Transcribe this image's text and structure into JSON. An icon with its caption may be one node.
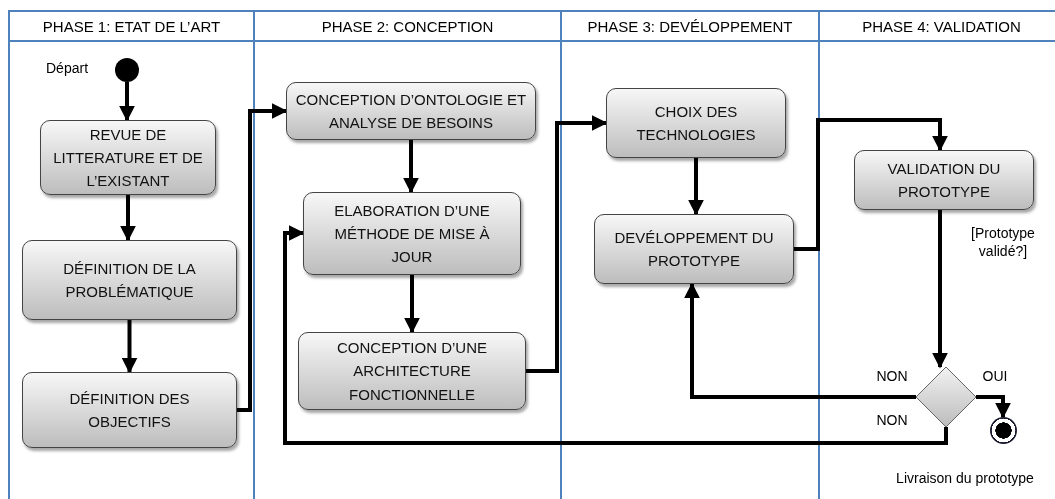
{
  "diagram": {
    "nodes": [
      {
        "text": [
          "PHASE 1: ETAT DE L’ART"
        ]
      },
      {
        "text": [
          "PHASE 2: CONCEPTION"
        ]
      },
      {
        "text": [
          "PHASE 3: DEVÉLOPPEMENT"
        ]
      },
      {
        "text": [
          "PHASE 4: VALIDATION"
        ]
      },
      {
        "text": [],
        "shape": "circle",
        "in": 0,
        "beside": [
          "Départ"
        ]
      },
      {
        "text": [
          "REVUE DE LITTERATURE ET DE L’EXISTANT"
        ],
        "in": 0
      },
      {
        "text": [
          "DÉFINITION DE LA PROBLÉMATIQUE"
        ],
        "in": 0
      },
      {
        "text": [
          "DÉFINITION DES OBJECTIFS"
        ],
        "in": 0
      },
      {
        "text": [
          "CONCEPTION D’ONTOLOGIE ET ANALYSE DE BESOINS"
        ],
        "in": 1
      },
      {
        "text": [
          "ELABORATION D’UNE MÉTHODE DE MISE À JOUR"
        ],
        "in": 1
      },
      {
        "text": [
          "CONCEPTION D’UNE ARCHITECTURE FONCTIONNELLE"
        ],
        "in": 1
      },
      {
        "text": [
          "CHOIX DES TECHNOLOGIES"
        ],
        "in": 2
      },
      {
        "text": [
          "DEVÉLOPPEMENT DU PROTOTYPE"
        ],
        "in": 2
      },
      {
        "text": [
          "VALIDATION DU PROTOTYPE"
        ],
        "in": 3
      },
      {
        "text": [],
        "shape": "diamond",
        "in": 3
      },
      {
        "text": [],
        "shape": "circle",
        "in": 3,
        "beside": [
          "Livraison du prototype"
        ]
      }
    ],
    "edges": [
      {
        "from": 4,
        "to": 5,
        "arrow": "to"
      },
      {
        "from": 5,
        "to": 6,
        "arrow": "to"
      },
      {
        "from": 6,
        "to": 7,
        "arrow": "to"
      },
      {
        "from": 7,
        "to": 8,
        "arrow": "to"
      },
      {
        "from": 8,
        "to": 9,
        "arrow": "to"
      },
      {
        "from": 9,
        "to": 10,
        "arrow": "to"
      },
      {
        "from": 10,
        "to": 11,
        "arrow": "to"
      },
      {
        "from": 11,
        "to": 12,
        "arrow": "to"
      },
      {
        "from": 12,
        "to": 13,
        "arrow": "to"
      },
      {
        "from": 13,
        "to": 14,
        "arrow": "to",
        "label": "[Prototype validé?]"
      },
      {
        "from": 14,
        "to": 12,
        "arrow": "to",
        "label": "NON"
      },
      {
        "from": 14,
        "to": 9,
        "arrow": "to",
        "label": "NON"
      },
      {
        "from": 14,
        "to": 15,
        "arrow": "to",
        "label": "OUI"
      }
    ]
  }
}
